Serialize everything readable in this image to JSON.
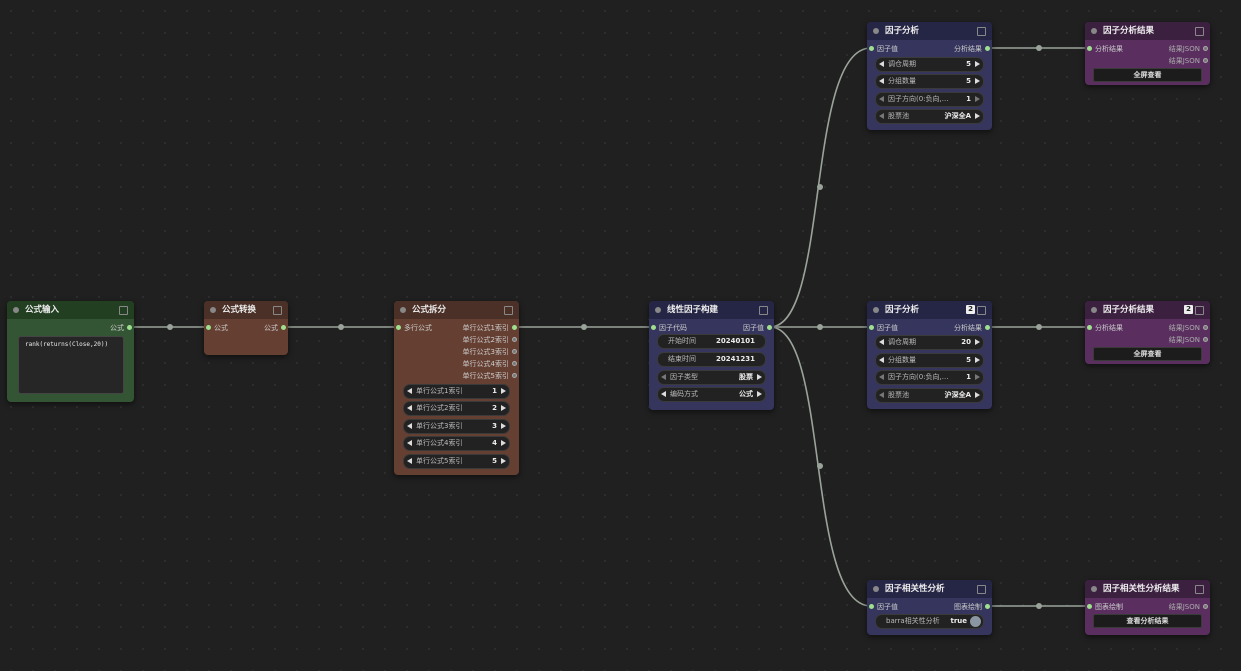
{
  "nodes": {
    "formula_input": {
      "title": "公式输入",
      "out": "公式",
      "text": "rank(returns(Close,20))"
    },
    "formula_convert": {
      "title": "公式转换",
      "in": "公式",
      "out": "公式"
    },
    "formula_split": {
      "title": "公式拆分",
      "in": "多行公式",
      "outs": [
        "单行公式1索引",
        "单行公式2索引",
        "单行公式3索引",
        "单行公式4索引",
        "单行公式5索引"
      ],
      "widgets": [
        {
          "label": "单行公式1索引",
          "value": "1"
        },
        {
          "label": "单行公式2索引",
          "value": "2"
        },
        {
          "label": "单行公式3索引",
          "value": "3"
        },
        {
          "label": "单行公式4索引",
          "value": "4"
        },
        {
          "label": "单行公式5索引",
          "value": "5"
        }
      ]
    },
    "linear_factor": {
      "title": "线性因子构建",
      "in": "因子代码",
      "out": "因子值",
      "widgets": [
        {
          "label": "开始时间",
          "value": "20240101"
        },
        {
          "label": "结束时间",
          "value": "20241231"
        },
        {
          "label": "因子类型",
          "value": "股票"
        },
        {
          "label": "编码方式",
          "value": "公式"
        }
      ]
    },
    "factor_analysis_1": {
      "title": "因子分析",
      "in": "因子值",
      "out": "分析结果",
      "widgets": [
        {
          "label": "调仓周期",
          "value": "5"
        },
        {
          "label": "分组数量",
          "value": "5"
        },
        {
          "label": "因子方向(0:负向,...",
          "value": "1"
        },
        {
          "label": "股票池",
          "value": "沪深全A"
        }
      ]
    },
    "factor_analysis_2": {
      "title": "因子分析",
      "badge": "2",
      "in": "因子值",
      "out": "分析结果",
      "widgets": [
        {
          "label": "调仓周期",
          "value": "20"
        },
        {
          "label": "分组数量",
          "value": "5"
        },
        {
          "label": "因子方向(0:负向,...",
          "value": "1"
        },
        {
          "label": "股票池",
          "value": "沪深全A"
        }
      ]
    },
    "factor_corr": {
      "title": "因子相关性分析",
      "in": "因子值",
      "out": "图表绘制",
      "toggle_label": "barra相关性分析",
      "toggle_value": "true"
    },
    "result_1": {
      "title": "因子分析结果",
      "in": "分析结果",
      "out1": "结果JSON",
      "out2": "结果JSON",
      "button": "全屏查看"
    },
    "result_2": {
      "title": "因子分析结果",
      "badge": "2",
      "in": "分析结果",
      "out1": "结果JSON",
      "out2": "结果JSON",
      "button": "全屏查看"
    },
    "corr_result": {
      "title": "因子相关性分析结果",
      "in": "图表绘制",
      "out1": "结果JSON",
      "button": "查看分析结果"
    }
  }
}
